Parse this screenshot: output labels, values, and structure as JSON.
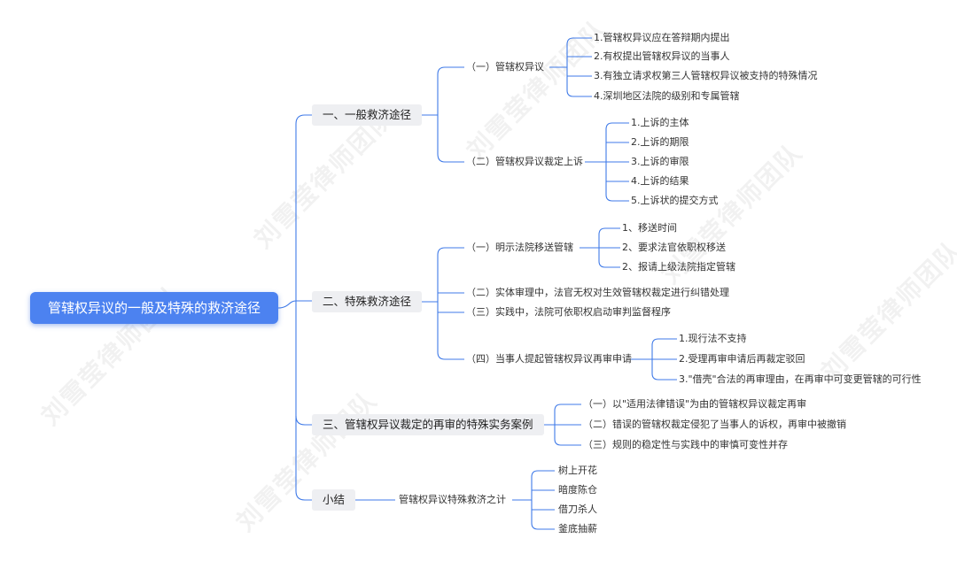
{
  "root": "管辖权异议的一般及特殊的救济途径",
  "branches": {
    "b1": {
      "label": "一、一般救济途径",
      "c1": {
        "label": "（一）管辖权异议",
        "items": [
          "1.管辖权异议应在答辩期内提出",
          "2.有权提出管辖权异议的当事人",
          "3.有独立请求权第三人管辖权异议被支持的特殊情况",
          "4.深圳地区法院的级别和专属管辖"
        ]
      },
      "c2": {
        "label": "（二）管辖权异议裁定上诉",
        "items": [
          "1.上诉的主体",
          "2.上诉的期限",
          "3.上诉的审限",
          "4.上诉的结果",
          "5.上诉状的提交方式"
        ]
      }
    },
    "b2": {
      "label": "二、特殊救济途径",
      "c1": {
        "label": "（一）明示法院移送管辖",
        "items": [
          "1、移送时间",
          "2、要求法官依职权移送",
          "2、报请上级法院指定管辖"
        ]
      },
      "c2": "（二）实体审理中，法官无权对生效管辖权裁定进行纠错处理",
      "c3": "（三）实践中，法院可依职权启动审判监督程序",
      "c4": {
        "label": "（四）当事人提起管辖权异议再审申请",
        "items": [
          "1.现行法不支持",
          "2.受理再审申请后再裁定驳回",
          "3.\"借壳\"合法的再审理由，在再审中可变更管辖的可行性"
        ]
      }
    },
    "b3": {
      "label": "三、管辖权异议裁定的再审的特殊实务案例",
      "items": [
        "（一）以\"适用法律错误\"为由的管辖权异议裁定再审",
        "（二）错误的管辖权裁定侵犯了当事人的诉权，再审中被撤销",
        "（三）规则的稳定性与实践中的审慎可变性并存"
      ]
    },
    "b4": {
      "label": "小结",
      "sub": "管辖权异议特殊救济之计",
      "items": [
        "树上开花",
        "暗度陈仓",
        "借刀杀人",
        "釜底抽薪"
      ]
    }
  },
  "watermark": "刘雪莹律师团队",
  "colors": {
    "line": "#3f7ae8",
    "root_bg": "#4c82f0",
    "l1_bg": "#eeeff2"
  }
}
